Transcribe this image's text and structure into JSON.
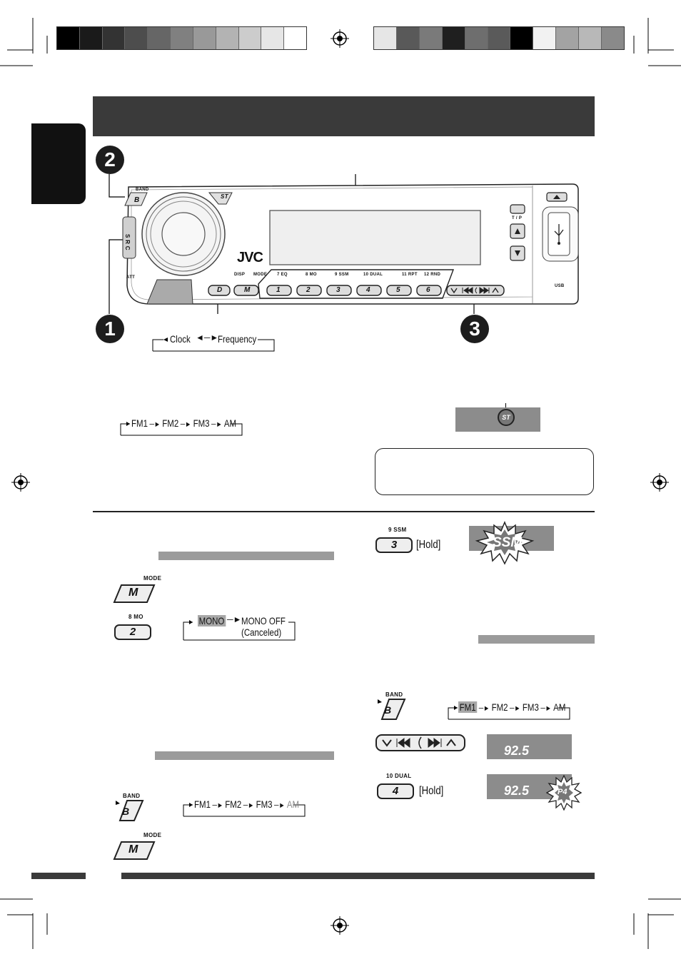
{
  "device": {
    "brand": "JVC",
    "buttons": {
      "band": "BAND",
      "band_key": "B",
      "src": "S R C",
      "att": "ATT",
      "st": "ST",
      "disp": "DISP",
      "mode": "MODE",
      "d_key": "D",
      "m_key": "M",
      "tp": "T / P",
      "usb": "USB"
    },
    "preset_labels": [
      "7  EQ",
      "8  MO",
      "9  SSM",
      "10  DUAL",
      "11  RPT",
      "12  RND"
    ],
    "preset_keys": [
      "1",
      "2",
      "3",
      "4",
      "5",
      "6"
    ]
  },
  "steps": {
    "one": "1",
    "two": "2",
    "three": "3"
  },
  "display_cycle": {
    "a": "Clock",
    "b": "Frequency"
  },
  "band_cycle": [
    "FM1",
    "FM2",
    "FM3",
    "AM"
  ],
  "st_indicator": "ST",
  "left": {
    "mode_label": "MODE",
    "mode_key": "M",
    "mo_label": "8  MO",
    "mo_key": "2",
    "mono_on": "MONO",
    "mono_off": "MONO OFF",
    "canceled": "(Canceled)",
    "band_label": "BAND",
    "band_key": "B",
    "band_cycle": [
      "FM1",
      "FM2",
      "FM3",
      "AM"
    ],
    "mode2_label": "MODE",
    "mode2_key": "M"
  },
  "right": {
    "ssm_label": "9  SSM",
    "ssm_key": "3",
    "ssm_hold": "[Hold]",
    "ssm_display": "SSM",
    "band_label": "BAND",
    "band_key": "B",
    "band_cycle": [
      "FM1",
      "FM2",
      "FM3",
      "AM"
    ],
    "freq": "92.5",
    "dual_label": "10  DUAL",
    "dual_key": "4",
    "dual_hold": "[Hold]",
    "freq2": "92.5",
    "preset_badge": "P4"
  },
  "colors": {
    "left_strip": [
      "#000000",
      "#1a1a1a",
      "#333333",
      "#4d4d4d",
      "#666666",
      "#808080",
      "#999999",
      "#b3b3b3",
      "#cccccc",
      "#e6e6e6",
      "#ffffff"
    ],
    "right_strip": [
      "#e6e6e6",
      "#595959",
      "#7a7a7a",
      "#1f1f1f",
      "#6e6e6e",
      "#5a5a5a",
      "#000000",
      "#f2f2f2",
      "#a3a3a3",
      "#b8b8b8",
      "#8a8a8a"
    ]
  }
}
